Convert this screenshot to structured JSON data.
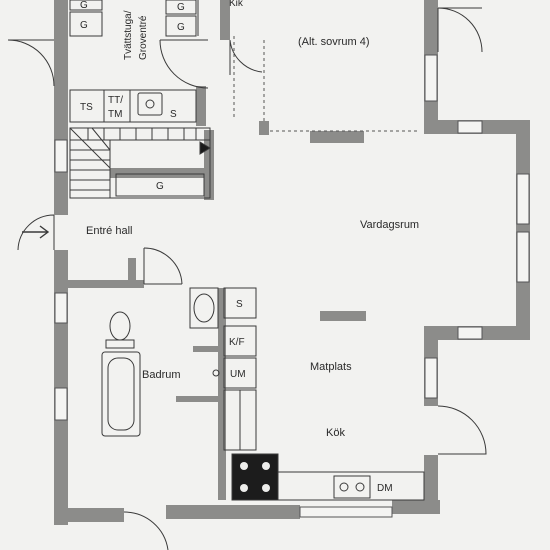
{
  "plan": {
    "background": "#d9d9d7",
    "paper": "#f2f2f0",
    "wall_color": "#8c8c8a",
    "line_color": "#3a3a3a",
    "rooms": {
      "tvattstuga": "Tvättstuga/",
      "groventre": "Groventré",
      "kik": "Kik",
      "alt_sovrum": "(Alt. sovrum 4)",
      "entre_hall": "Entré hall",
      "vardagsrum": "Vardagsrum",
      "badrum": "Badrum",
      "matplats": "Matplats",
      "kok": "Kök"
    },
    "fixtures": {
      "g1": "G",
      "g2": "G",
      "g3": "G",
      "g4": "G",
      "g5": "G",
      "ts": "TS",
      "tt_tm_top": "TT/",
      "tt_tm_bottom": "TM",
      "s_laundry": "S",
      "s_bath": "S",
      "kf": "K/F",
      "um": "UM",
      "dm": "DM"
    }
  }
}
